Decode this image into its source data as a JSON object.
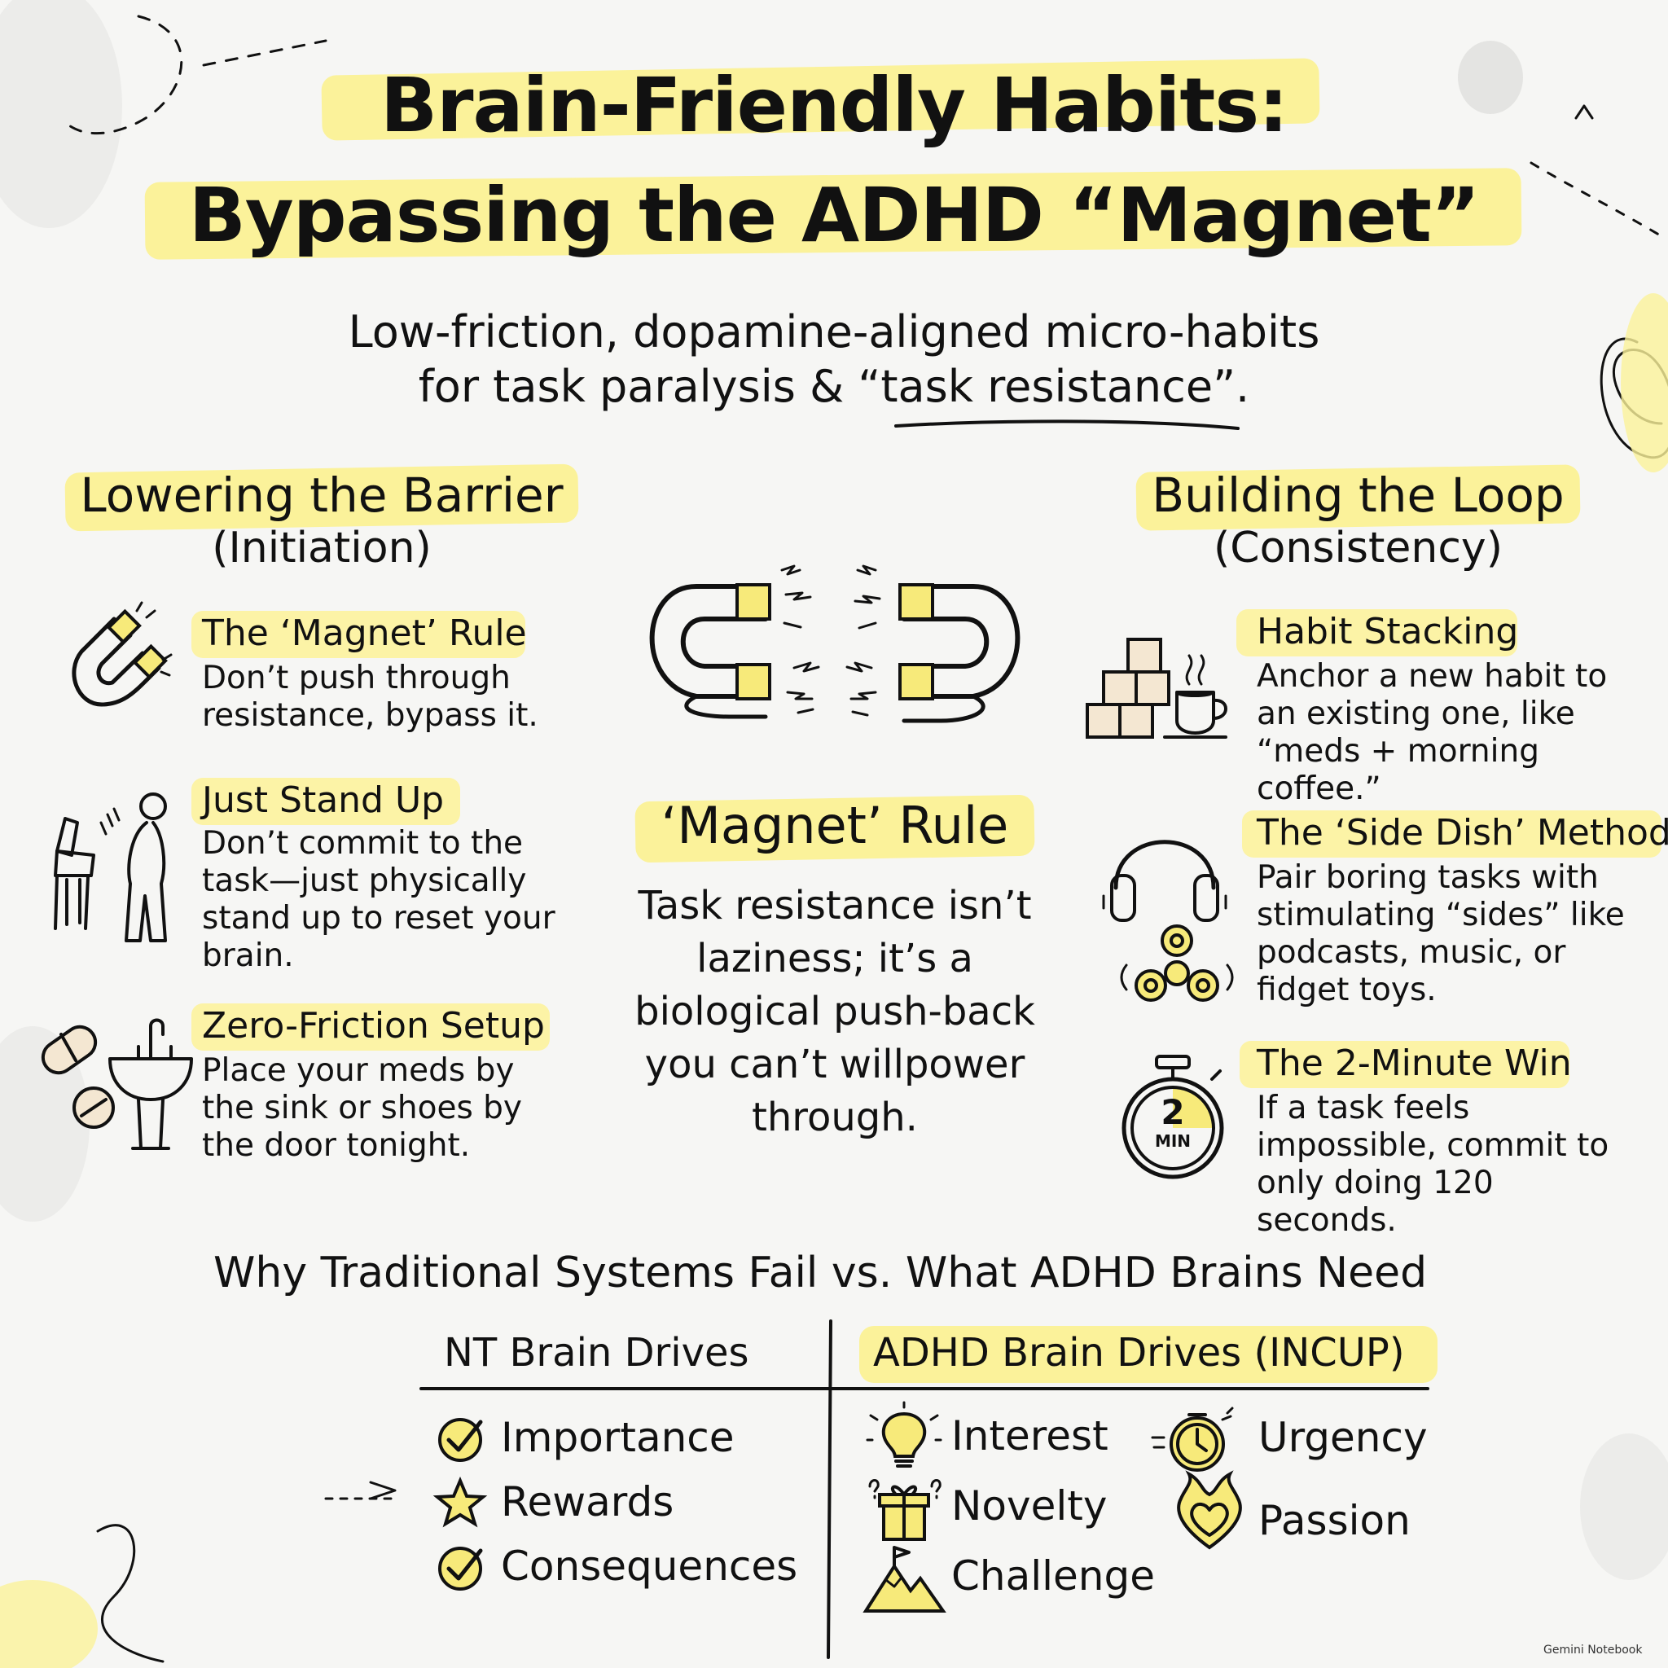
{
  "header": {
    "title_line1": "Brain-Friendly Habits:",
    "title_line2": "Bypassing the ADHD “Magnet”",
    "subtitle_line1": "Low-friction, dopamine-aligned micro-habits",
    "subtitle_line2_prefix": "for task paralysis & “",
    "subtitle_line2_emphasis": "task resistance",
    "subtitle_line2_suffix": "”."
  },
  "left_column": {
    "heading": "Lowering the Barrier",
    "subheading": "(Initiation)",
    "items": [
      {
        "title": "The ‘Magnet’ Rule",
        "body": "Don’t push through resistance, bypass it.",
        "icon": "magnet-icon"
      },
      {
        "title": "Just Stand Up",
        "body": "Don’t commit to the task—just physically stand up to reset your brain.",
        "icon": "standing-person-chair-icon"
      },
      {
        "title": "Zero-Friction Setup",
        "body": "Place your meds by the sink or shoes by the door tonight.",
        "icon": "pill-sink-icon"
      }
    ]
  },
  "center": {
    "heading": "‘Magnet’ Rule",
    "body": "Task resistance isn’t laziness; it’s a biological push-back you can’t willpower through.",
    "icon": "repelling-magnets-icon"
  },
  "right_column": {
    "heading": "Building the Loop",
    "subheading": "(Consistency)",
    "items": [
      {
        "title": "Habit Stacking",
        "body": "Anchor a new habit to an existing one, like “meds + morning coffee.”",
        "icon": "blocks-coffee-icon"
      },
      {
        "title": "The ‘Side Dish’ Method",
        "body": "Pair boring tasks with stimulating “sides” like podcasts, music, or fidget toys.",
        "icon": "headphones-spinner-icon"
      },
      {
        "title": "The 2-Minute Win",
        "body": "If a task feels impossible, commit to only doing 120 seconds.",
        "icon": "stopwatch-icon",
        "timer_number": "2",
        "timer_unit": "MIN"
      }
    ]
  },
  "comparison": {
    "heading": "Why Traditional Systems Fail vs. What ADHD Brains Need",
    "nt_heading": "NT Brain Drives",
    "adhd_heading": "ADHD Brain Drives (INCUP)",
    "nt_items": [
      {
        "label": "Importance",
        "icon": "check-icon"
      },
      {
        "label": "Rewards",
        "icon": "star-icon"
      },
      {
        "label": "Consequences",
        "icon": "check-icon"
      }
    ],
    "adhd_items": [
      {
        "label": "Interest",
        "icon": "lightbulb-icon"
      },
      {
        "label": "Novelty",
        "icon": "gift-icon"
      },
      {
        "label": "Challenge",
        "icon": "mountain-flag-icon"
      },
      {
        "label": "Urgency",
        "icon": "alarm-clock-icon"
      },
      {
        "label": "Passion",
        "icon": "flaming-heart-icon"
      }
    ]
  },
  "watermark": "Gemini Notebook",
  "colors": {
    "highlight": "#fbf29a",
    "accent_yellow": "#f7ea7a",
    "ink": "#111111",
    "cream": "#f4e7d2"
  }
}
